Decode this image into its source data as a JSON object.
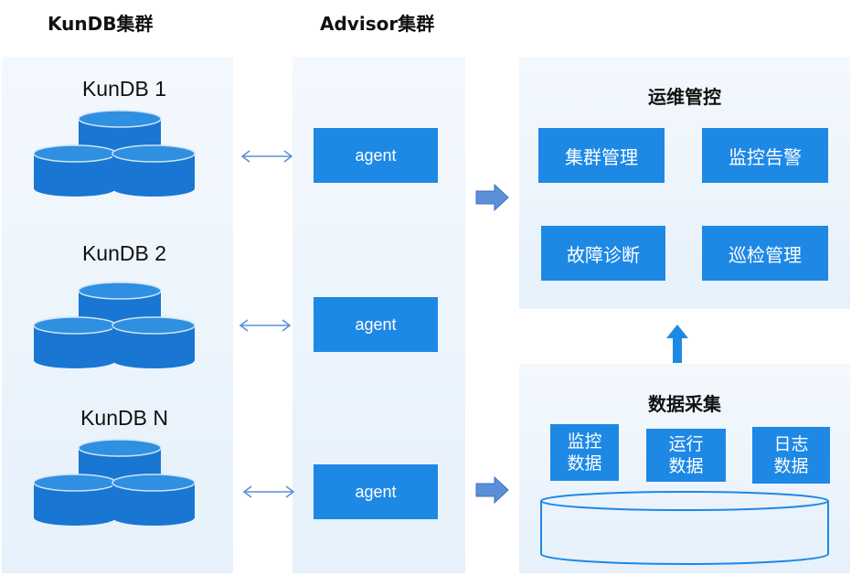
{
  "headings": {
    "kundb_cluster": "KunDB集群",
    "advisor_cluster": "Advisor集群"
  },
  "databases": [
    {
      "label": "KunDB 1"
    },
    {
      "label": "KunDB 2"
    },
    {
      "label": "KunDB N"
    }
  ],
  "agents": [
    {
      "label": "agent"
    },
    {
      "label": "agent"
    },
    {
      "label": "agent"
    }
  ],
  "ops_control": {
    "title": "运维管控",
    "items": [
      {
        "label": "集群管理"
      },
      {
        "label": "监控告警"
      },
      {
        "label": "故障诊断"
      },
      {
        "label": "巡检管理"
      }
    ]
  },
  "data_collection": {
    "title": "数据采集",
    "items": [
      {
        "line1": "监控",
        "line2": "数据"
      },
      {
        "line1": "运行",
        "line2": "数据"
      },
      {
        "line1": "日志",
        "line2": "数据"
      }
    ]
  },
  "colors": {
    "box_blue": "#1e88e5",
    "cylinder_blue": "#1976d2",
    "panel_bg": "#e6f1fb",
    "arrow_blue": "#5b8fd8"
  }
}
